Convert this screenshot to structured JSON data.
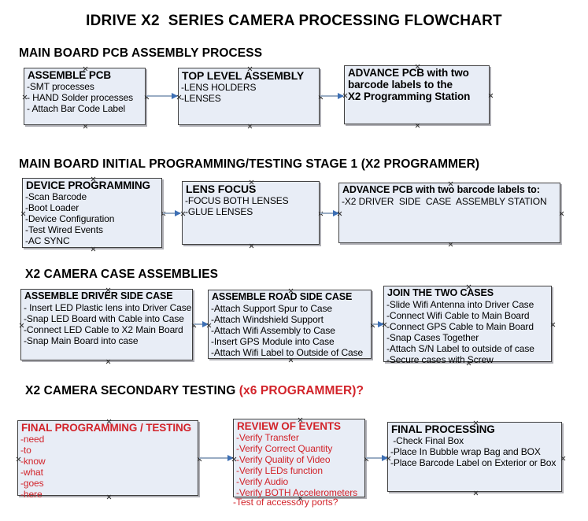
{
  "document": {
    "title": "IDRIVE X2  SERIES CAMERA PROCESSING FLOWCHART"
  },
  "colors": {
    "node_fill": "#e8edf6",
    "node_border": "#404040",
    "connector": "#9aadc4",
    "arrow": "#3d6fb4",
    "accent_red": "#d2232a",
    "text": "#000000"
  },
  "sections": [
    {
      "id": "main-board-pcb-assembly-process",
      "heading": "MAIN BOARD PCB ASSEMBLY PROCESS",
      "heading_accent": "",
      "nodes": [
        {
          "id": "assemble-pcb",
          "title": "ASSEMBLE PCB",
          "lines": [
            "-SMT processes",
            "- HAND Solder processes",
            "- Attach Bar Code Label"
          ]
        },
        {
          "id": "top-level-assembly",
          "title": "TOP LEVEL ASSEMBLY",
          "lines": [
            "-LENS HOLDERS",
            "-LENSES"
          ]
        },
        {
          "id": "advance-pcb-to-x2-programming-station",
          "title": "ADVANCE PCB with two\nbarcode labels to the\n X2 Programming Station",
          "lines": []
        }
      ]
    },
    {
      "id": "main-board-initial-programming-testing-stage-1",
      "heading": "MAIN BOARD INITIAL PROGRAMMING/TESTING STAGE 1 (X2 PROGRAMMER)",
      "heading_accent": "",
      "nodes": [
        {
          "id": "device-programming",
          "title": "DEVICE PROGRAMMING",
          "lines": [
            "-Scan Barcode",
            "-Boot Loader",
            "-Device Configuration",
            "-Test Wired Events",
            "-AC SYNC"
          ]
        },
        {
          "id": "lens-focus",
          "title": "LENS FOCUS",
          "lines": [
            "-FOCUS BOTH LENSES",
            "-GLUE LENSES"
          ]
        },
        {
          "id": "advance-pcb-to-driver-side-case-assembly",
          "title": "ADVANCE PCB with two barcode labels to:",
          "lines": [
            "-X2 DRIVER  SIDE  CASE  ASSEMBLY STATION"
          ]
        }
      ]
    },
    {
      "id": "x2-camera-case-assemblies",
      "heading": "X2 CAMERA CASE ASSEMBLIES",
      "heading_accent": "",
      "nodes": [
        {
          "id": "assemble-driver-side-case",
          "title": "ASSEMBLE DRIVER SIDE CASE",
          "lines": [
            "- Insert LED Plastic lens into Driver Case",
            "-Snap LED Board with Cable into Case",
            "-Connect LED Cable to X2 Main Board",
            "-Snap Main Board into case"
          ]
        },
        {
          "id": "assemble-road-side-case",
          "title": "ASSEMBLE ROAD SIDE CASE",
          "lines": [
            "-Attach Support Spur to Case",
            "-Attach Windshield Support",
            "-Attach Wifi Assembly to Case",
            "-Insert GPS Module into Case",
            "-Attach Wifi Label to Outside of Case"
          ]
        },
        {
          "id": "join-the-two-cases",
          "title": "JOIN THE TWO CASES",
          "lines": [
            "-Slide Wifi Antenna into Driver Case",
            "-Connect Wifi Cable to Main Board",
            "-Connect GPS Cable to Main Board",
            "-Snap Cases Together",
            "-Attach S/N Label to outside of case",
            "-Secure cases with Screw"
          ]
        }
      ]
    },
    {
      "id": "x2-camera-secondary-testing",
      "heading": "X2 CAMERA SECONDARY TESTING ",
      "heading_accent": "(x6 PROGRAMMER)?",
      "nodes": [
        {
          "id": "final-programming-testing",
          "title": "FINAL PROGRAMMING / TESTING",
          "lines": [
            "-need",
            "-to",
            "-know",
            "-what",
            "-goes",
            "-here"
          ],
          "red": true
        },
        {
          "id": "review-of-events",
          "title": "REVIEW OF EVENTS",
          "lines": [
            "-Verify Transfer",
            "-Verify Correct Quantity",
            "-Verify Quality of Video",
            "-Verify LEDs function",
            "-Verify Audio",
            "-Verify BOTH Accelerometers"
          ],
          "overflow_line": "-Test of accessory ports?",
          "red": true
        },
        {
          "id": "final-processing",
          "title": "FINAL PROCESSING",
          "lines": [
            " -Check Final Box",
            "-Place In Bubble wrap Bag and BOX",
            "-Place Barcode Label on Exterior or Box"
          ]
        }
      ]
    }
  ]
}
